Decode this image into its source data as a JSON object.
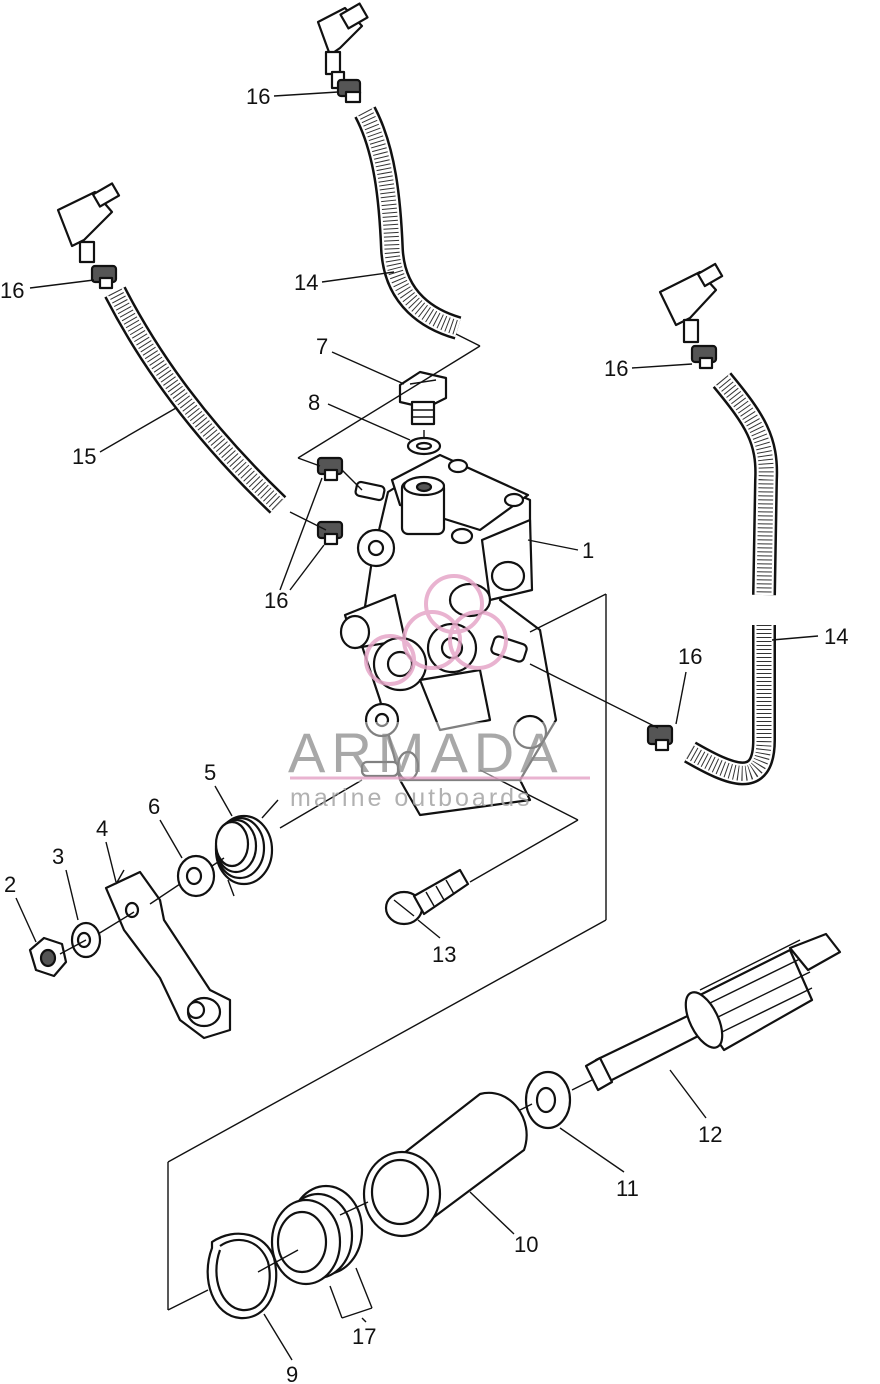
{
  "watermark": {
    "brand": "ARMADA",
    "tagline": "marine outboards",
    "accent_color": "#e6a6c8",
    "text_color": "#9a9a9a"
  },
  "callouts": [
    {
      "id": "16a",
      "text": "16"
    },
    {
      "id": "16b",
      "text": "16"
    },
    {
      "id": "16c",
      "text": "16"
    },
    {
      "id": "16d",
      "text": "16"
    },
    {
      "id": "16e",
      "text": "16"
    },
    {
      "id": "14a",
      "text": "14"
    },
    {
      "id": "14b",
      "text": "14"
    },
    {
      "id": "15",
      "text": "15"
    },
    {
      "id": "7",
      "text": "7"
    },
    {
      "id": "8",
      "text": "8"
    },
    {
      "id": "1",
      "text": "1"
    },
    {
      "id": "5",
      "text": "5"
    },
    {
      "id": "6",
      "text": "6"
    },
    {
      "id": "4",
      "text": "4"
    },
    {
      "id": "3",
      "text": "3"
    },
    {
      "id": "2",
      "text": "2"
    },
    {
      "id": "13",
      "text": "13"
    },
    {
      "id": "12",
      "text": "12"
    },
    {
      "id": "11",
      "text": "11"
    },
    {
      "id": "10",
      "text": "10"
    },
    {
      "id": "17",
      "text": "17"
    },
    {
      "id": "9",
      "text": "9"
    }
  ]
}
